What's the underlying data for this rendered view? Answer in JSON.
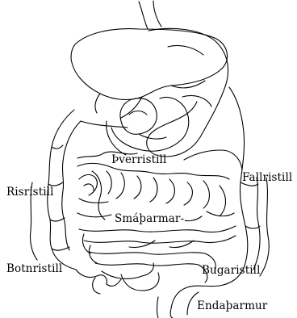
{
  "labels": {
    "thverristill": "Þverristill",
    "risristill": "Risristill",
    "fallristill": "Fallristill",
    "smatharmar": "Smáþarmar-",
    "botnristill": "Botnristill",
    "bugaristill": "Bugaristill",
    "endatharmur": "Endaþarmur"
  },
  "colors": {
    "line": "#000000",
    "background": "#ffffff"
  }
}
